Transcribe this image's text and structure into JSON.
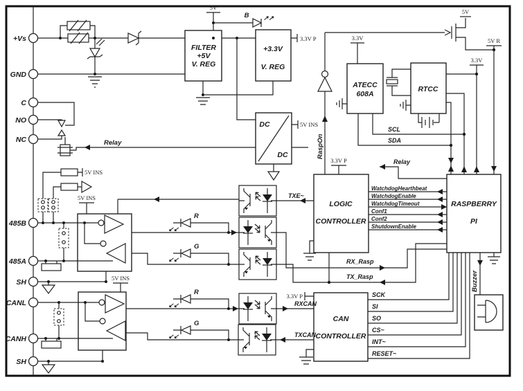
{
  "terminals": [
    "+Vs",
    "GND",
    "C",
    "NO",
    "NC",
    "485B",
    "485A",
    "SH",
    "CANL",
    "CANH",
    "SH"
  ],
  "blocks": {
    "filter": {
      "l1": "FILTER",
      "l2": "+5V",
      "l3": "V. REG"
    },
    "reg33": {
      "l1": "+3.3V",
      "l2": "V. REG"
    },
    "dcdc": {
      "l1": "DC",
      "l2": "DC"
    },
    "atecc": {
      "l1": "ATECC",
      "l2": "608A"
    },
    "rtcc": {
      "l1": "RTCC"
    },
    "logic": {
      "l1": "LOGIC",
      "l2": "CONTROLLER"
    },
    "rpi": {
      "l1": "RASPBERRY",
      "l2": "PI"
    },
    "canctrl": {
      "l1": "CAN",
      "l2": "CONTROLLER"
    }
  },
  "power": {
    "v5": "5V",
    "v5r": "5V R",
    "v33": "3.3V",
    "v33p": "3.3V P",
    "v5ins": "5V INS"
  },
  "signals": {
    "relay": "Relay",
    "raspon": "RaspOn",
    "txe": "TXE~",
    "rx_rasp": "RX_Rasp",
    "tx_rasp": "TX_Rasp",
    "scl": "SCL",
    "sda": "SDA",
    "rxcan": "RXCAN",
    "txcan": "TXCAN",
    "buzzer": "Buzzer",
    "watchdog": [
      "WatchdogHearthbeat",
      "WatchdogEnable",
      "WatchdogTimeout",
      "Conf1",
      "Conf2",
      "ShutdownEnable"
    ],
    "spi": [
      "SCK",
      "SI",
      "SO",
      "CS~",
      "INT~",
      "RESET~"
    ]
  },
  "leds": {
    "b": "B",
    "r": "R",
    "g": "G"
  },
  "icons": {
    "led_emit_up": "↗↗",
    "led_emit_down": "↙↙"
  },
  "colors": {
    "ink": "#1a1a1a",
    "background": "#ffffff"
  }
}
